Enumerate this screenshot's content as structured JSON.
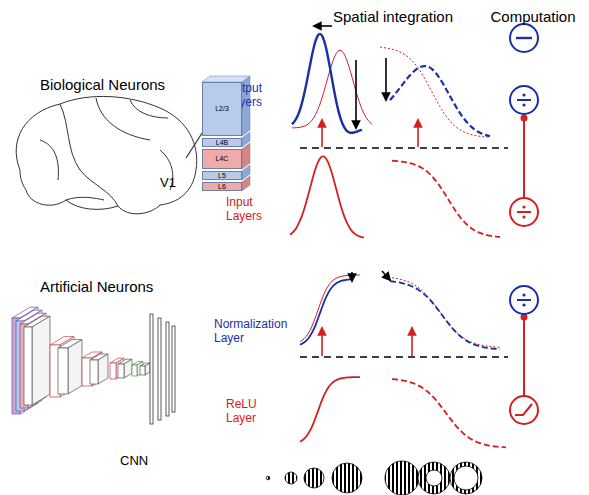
{
  "diagram": {
    "nodes": [
      {
        "text": [
          "L2/3"
        ]
      },
      {
        "text": [
          "L4B"
        ]
      },
      {
        "text": [
          "L4C"
        ]
      },
      {
        "text": [
          "L5"
        ]
      },
      {
        "text": [
          "L6"
        ]
      }
    ],
    "labels": [
      "Spatial integration",
      "Computation",
      "Biological Neurons",
      "V1",
      "Output Layers",
      "Input Layers",
      "Artificial Neurons",
      "CNN",
      "Normalization Layer",
      "ReLU Layer"
    ]
  }
}
